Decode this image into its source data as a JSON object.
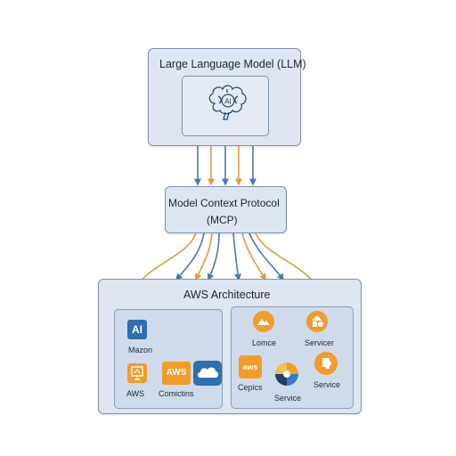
{
  "llm": {
    "title": "Large Language Model (LLM)",
    "icon_label": "AI",
    "icon": "brain-icon"
  },
  "mcp": {
    "title_line1": "Model Context Protocol",
    "title_line2": "(MCP)"
  },
  "aws": {
    "title": "AWS Architecture",
    "left_panel": {
      "items": [
        {
          "badge": "AI",
          "label": "Mazon",
          "icon": "ai-badge-icon"
        },
        {
          "label": "AWS",
          "icon": "presentation-icon"
        },
        {
          "badge": "AWS",
          "label": "Comictins",
          "icon": "aws-logo-icon"
        },
        {
          "label": "",
          "icon": "cloud-icon"
        }
      ]
    },
    "right_panel": {
      "items": [
        {
          "label": "Lomce",
          "icon": "mountain-icon"
        },
        {
          "label": "Servicer",
          "icon": "shapes-icon"
        },
        {
          "badge": "aws",
          "label": "Cepics",
          "icon": "aws-logo-icon"
        },
        {
          "label": "Service",
          "icon": "pinwheel-icon"
        },
        {
          "label": "Service",
          "icon": "puzzle-icon"
        }
      ]
    }
  },
  "colors": {
    "blue_arrow": "#4a7bb0",
    "orange_arrow": "#e59a3a",
    "box_fill": "#dde6f1",
    "box_border": "#7f93ad",
    "aws_orange": "#f29c2a",
    "ai_blue": "#2e6fae"
  }
}
